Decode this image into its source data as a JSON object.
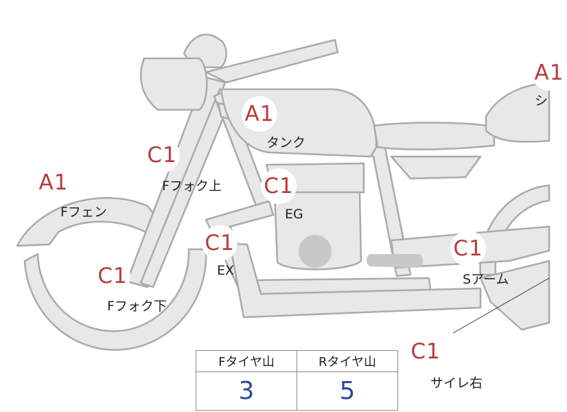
{
  "parts": [
    {
      "id": "tank",
      "grade": "A1",
      "label": "タンク"
    },
    {
      "id": "front-fork-upper",
      "grade": "C1",
      "label": "Fフォク上"
    },
    {
      "id": "front-fender",
      "grade": "A1",
      "label": "Fフェン"
    },
    {
      "id": "engine",
      "grade": "C1",
      "label": "EG"
    },
    {
      "id": "exhaust",
      "grade": "C1",
      "label": "EX"
    },
    {
      "id": "front-fork-lower",
      "grade": "C1",
      "label": "Fフォク下"
    },
    {
      "id": "swing-arm",
      "grade": "C1",
      "label": "Sアーム"
    },
    {
      "id": "muffler-right",
      "grade": "C1",
      "label": "サイレ右"
    },
    {
      "id": "seat",
      "grade": "A1",
      "label": "シ"
    }
  ],
  "tire_table": {
    "headers": [
      "Fタイヤ山",
      "Rタイヤ山"
    ],
    "values": [
      "3",
      "5"
    ]
  }
}
